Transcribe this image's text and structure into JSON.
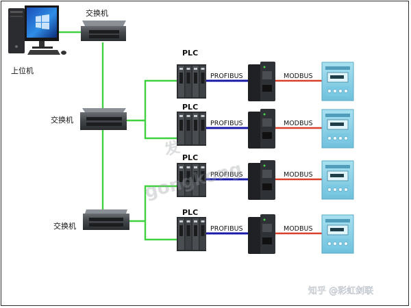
{
  "labels": {
    "host_pc": "上位机",
    "switch": "交换机",
    "plc": "PLC",
    "profibus": "PROFIBUS",
    "modbus": "MODBUS"
  },
  "watermark": {
    "text_main": "gongkong",
    "text_cn": "发",
    "footer": "知乎 @彩虹剑联"
  },
  "colors": {
    "ethernet": "#3fd13f",
    "profibus": "#1a1aa8",
    "modbus": "#d8402a",
    "device_panel": "#8fd3e8"
  },
  "icons": {
    "host": "desktop-computer-icon",
    "switch": "network-switch-icon",
    "plc": "plc-rack-icon",
    "gateway": "protocol-gateway-icon",
    "meter": "panel-meter-icon"
  }
}
